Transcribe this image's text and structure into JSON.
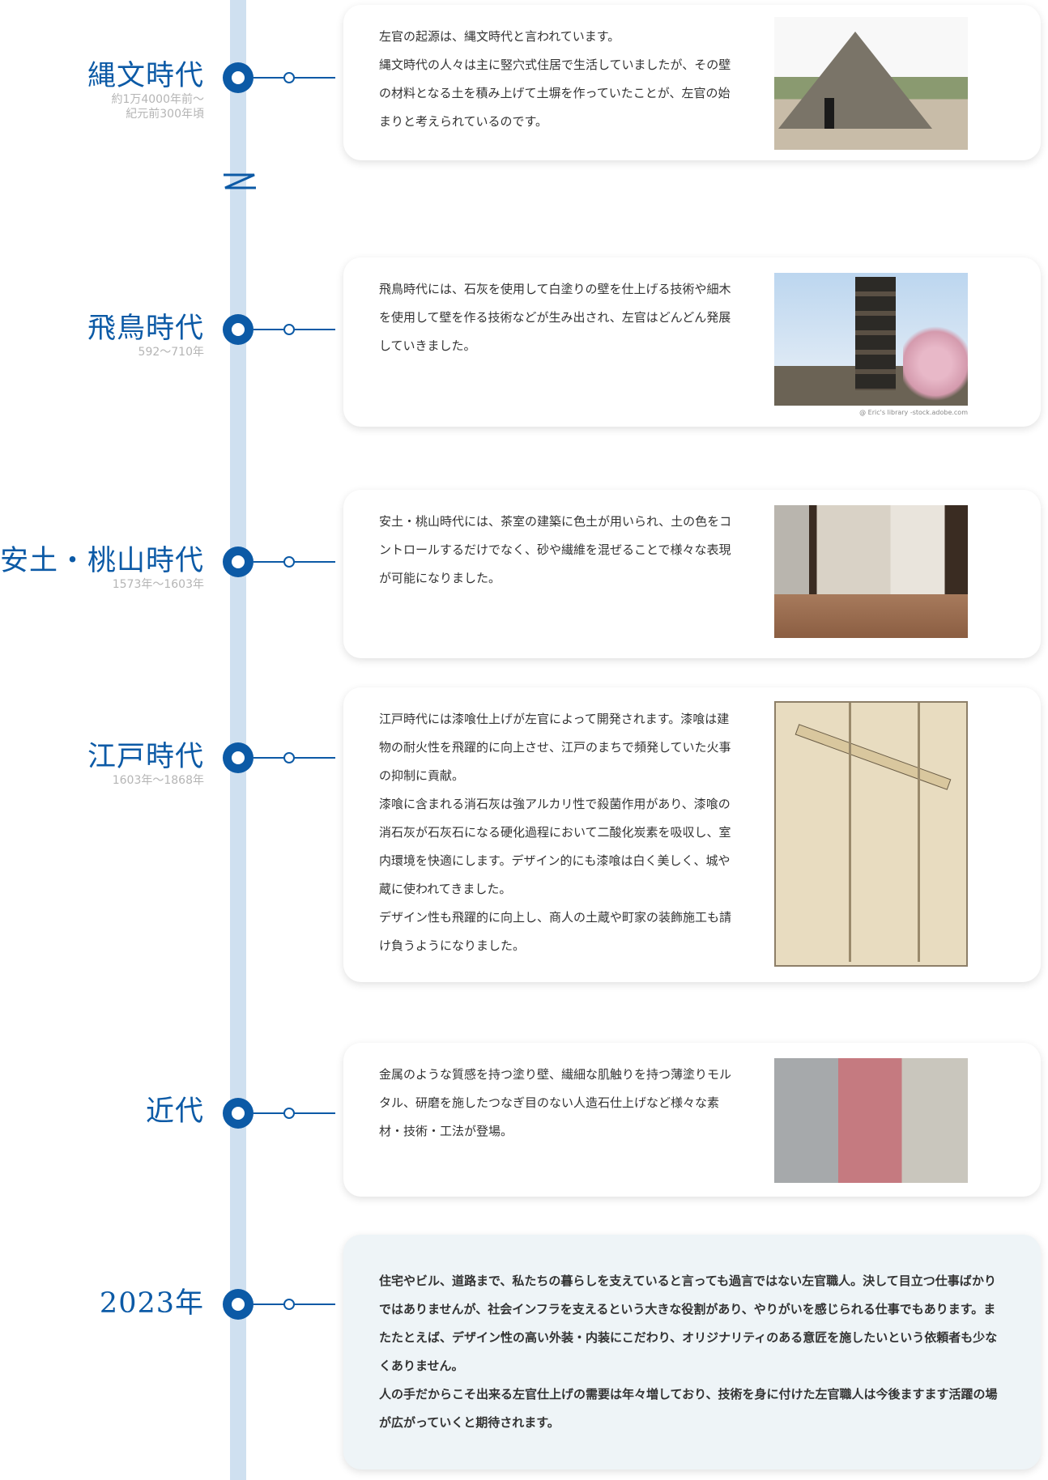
{
  "eras": [
    {
      "title": "縄文時代",
      "dates": "約1万4000年前〜\n紀元前300年頃",
      "text": "左官の起源は、縄文時代と言われています。\n縄文時代の人々は主に竪穴式住居で生活していましたが、その壁の材料となる土を積み上げて土塀を作っていたことが、左官の始まりと考えられているのです。",
      "image": "pit-dwelling-photo"
    },
    {
      "title": "飛鳥時代",
      "dates": "592〜710年",
      "text": "飛鳥時代には、石灰を使用して白塗りの壁を仕上げる技術や細木を使用して壁を作る技術などが生み出され、左官はどんどん発展していきました。",
      "image": "pagoda-photo",
      "credit": "@ Eric's library -stock.adobe.com"
    },
    {
      "title": "安土・桃山時代",
      "dates": "1573年〜1603年",
      "text": "安土・桃山時代には、茶室の建築に色土が用いられ、土の色をコントロールするだけでなく、砂や繊維を混ぜることで様々な表現が可能になりました。",
      "image": "tea-room-photo"
    },
    {
      "title": "江戸時代",
      "dates": "1603年〜1868年",
      "text": "江戸時代には漆喰仕上げが左官によって開発されます。漆喰は建物の耐火性を飛躍的に向上させ、江戸のまちで頻発していた火事の抑制に貢献。\n漆喰に含まれる消石灰は強アルカリ性で殺菌作用があり、漆喰の消石灰が石灰石になる硬化過程において二酸化炭素を吸収し、室内環境を快適にします。デザイン的にも漆喰は白く美しく、城や蔵に使われてきました。\nデザイン性も飛躍的に向上し、商人の土蔵や町家の装飾施工も請け負うようになりました。",
      "image": "plasterer-woodblock-print"
    },
    {
      "title": "近代",
      "dates": "",
      "text": "金属のような質感を持つ塗り壁、繊細な肌触りを持つ薄塗りモルタル、研磨を施したつなぎ目のない人造石仕上げなど様々な素材・技術・工法が登場。",
      "image": "wall-texture-samples"
    },
    {
      "title": "2023年",
      "dates": "",
      "text": "住宅やビル、道路まで、私たちの暮らしを支えていると言っても過言ではない左官職人。決して目立つ仕事ばかりではありませんが、社会インフラを支えるという大きな役割があり、やりがいを感じられる仕事でもあります。またたとえば、デザイン性の高い外装・内装にこだわり、オリジナリティのある意匠を施したいという依頼者も少なくありません。\n人の手だからこそ出来る左官仕上げの需要は年々増しており、技術を身に付けた左官職人は今後ますます活躍の場が広がっていくと期待されます。"
    }
  ],
  "colors": {
    "accent": "#0c5aa6",
    "line": "#cfe0f0"
  }
}
